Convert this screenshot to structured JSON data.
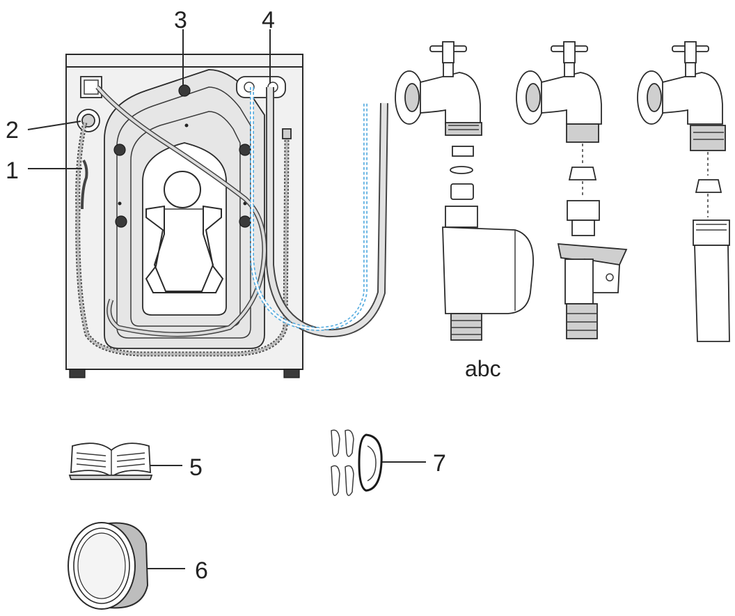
{
  "callouts": {
    "c1": "1",
    "c2": "2",
    "c3": "3",
    "c4": "4",
    "c5": "5",
    "c6": "6",
    "c7": "7"
  },
  "caption": "abc",
  "colors": {
    "line": "#2a2a2a",
    "panel": "#f1f1f1",
    "drum": "#e6e6e6",
    "blue_hose": "#5aaee0",
    "cap_gray": "#bdbdbd"
  },
  "icons": [
    "washing-machine-back-icon",
    "water-tap-icon",
    "hose-connector-icon",
    "manual-book-icon",
    "cap-ring-icon",
    "plug-set-icon"
  ]
}
